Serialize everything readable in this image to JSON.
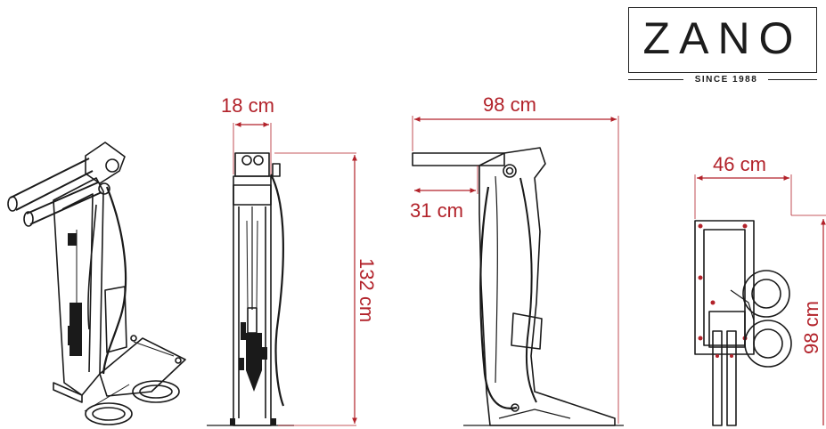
{
  "logo": {
    "name": "ZANO",
    "tagline": "SINCE 1988"
  },
  "dimensions": {
    "front_width": "18 cm",
    "height": "132 cm",
    "side_depth": "98 cm",
    "arm_depth": "31 cm",
    "top_width": "46 cm",
    "top_length": "98 cm"
  },
  "colors": {
    "dimension": "#b2222a",
    "drawing": "#1a1a1a"
  }
}
